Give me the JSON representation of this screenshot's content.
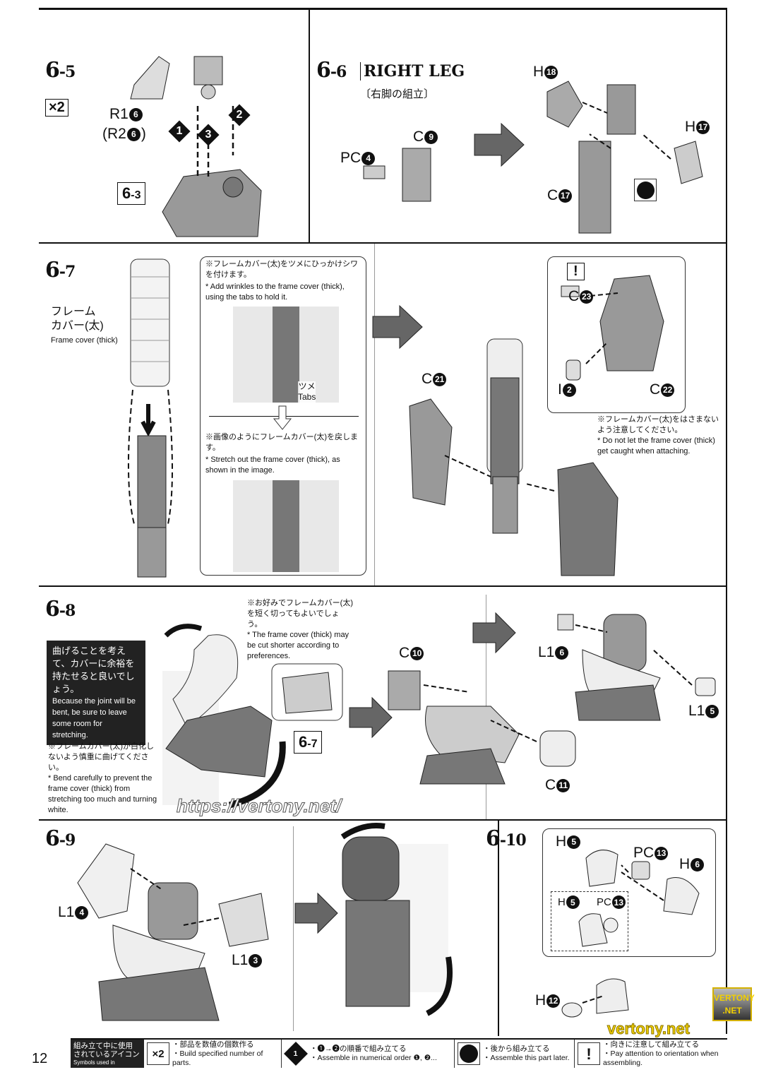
{
  "page_number": "12",
  "steps": {
    "s65": {
      "num": "6",
      "sub": "-5",
      "count_icon": "×2",
      "ref": {
        "num": "6",
        "sub": "-3"
      }
    },
    "s66": {
      "num": "6",
      "sub": "-6",
      "title": "RIGHT LEG",
      "subtitle": "〔右脚の組立〕"
    },
    "s67": {
      "num": "6",
      "sub": "-7",
      "frame_cover_jp": "フレーム\nカバー(太)",
      "frame_cover_jp1": "フレーム",
      "frame_cover_jp2": "カバー(太)",
      "frame_cover_en": "Frame cover (thick)",
      "tip1_jp": "※フレームカバー(太)をツメにひっかけシワを付けます。",
      "tip1_en": "* Add wrinkles to the frame cover (thick), using the tabs to hold it.",
      "tabs_jp": "ツメ",
      "tabs_en": "Tabs",
      "tip2_jp": "※画像のようにフレームカバー(太)を戻します。",
      "tip2_en": "* Stretch out the frame cover (thick), as shown in the image.",
      "caution_jp": "※フレームカバー(太)をはさまないよう注意してください。",
      "caution_en": "* Do not let the frame cover (thick) get caught when attaching."
    },
    "s68": {
      "num": "6",
      "sub": "-8",
      "cut_jp": "※お好みでフレームカバー(太)を短く切ってもよいでしょう。",
      "cut_en": "* The frame cover (thick) may be cut shorter according to preferences.",
      "box_jp": "曲げることを考えて、カバーに余裕を持たせると良いでしょう。",
      "box_en": "Because the joint will be bent, be sure to leave some room for stretching.",
      "bend_jp": "※フレームカバー(太)が白化しないよう慎重に曲げてください。",
      "bend_en": "* Bend carefully to prevent the frame cover (thick) from stretching too much and turning white.",
      "ref": {
        "num": "6",
        "sub": "-7"
      }
    },
    "s69": {
      "num": "6",
      "sub": "-9"
    },
    "s610": {
      "num": "6",
      "sub": "-10"
    }
  },
  "parts": {
    "r1_6": {
      "l": "R1",
      "n": "6"
    },
    "r2_6": {
      "l": "(R2",
      "n": "6",
      "s": ")"
    },
    "pc4": {
      "l": "PC",
      "n": "4"
    },
    "c9": {
      "l": "C",
      "n": "9"
    },
    "h18": {
      "l": "H",
      "n": "18"
    },
    "h17": {
      "l": "H",
      "n": "17"
    },
    "c17": {
      "l": "C",
      "n": "17"
    },
    "c23": {
      "l": "C",
      "n": "23"
    },
    "i2": {
      "l": "I",
      "n": "2"
    },
    "c22": {
      "l": "C",
      "n": "22"
    },
    "c21": {
      "l": "C",
      "n": "21"
    },
    "c10": {
      "l": "C",
      "n": "10"
    },
    "c11": {
      "l": "C",
      "n": "11"
    },
    "l16": {
      "l": "L1",
      "n": "6"
    },
    "l15": {
      "l": "L1",
      "n": "5"
    },
    "l14": {
      "l": "L1",
      "n": "4"
    },
    "l13": {
      "l": "L1",
      "n": "3"
    },
    "h5": {
      "l": "H",
      "n": "5"
    },
    "pc13": {
      "l": "PC",
      "n": "13"
    },
    "h6": {
      "l": "H",
      "n": "6"
    },
    "h5b": {
      "l": "H",
      "n": "5"
    },
    "pc13b": {
      "l": "PC",
      "n": "13"
    },
    "h12": {
      "l": "H",
      "n": "12"
    }
  },
  "order_markers": [
    "1",
    "2",
    "3"
  ],
  "legend": {
    "header_jp1": "組み立て中に使用",
    "header_jp2": "されているアイコン",
    "header_en": "Symbols used in instructions",
    "items": [
      {
        "icon": "×2",
        "jp": "・部品を数値の個数作る",
        "en": "・Build specified number of parts."
      },
      {
        "icon": "1",
        "jp": "・❶→❷の順番で組み立てる",
        "en": "・Assemble in numerical order ❶, ❷..."
      },
      {
        "icon": "later",
        "jp": "・後から組み立てる",
        "en": "・Assemble this part later."
      },
      {
        "icon": "!",
        "jp": "・向きに注意して組み立てる",
        "en": "・Pay attention to orientation when assembling."
      }
    ]
  },
  "watermark": {
    "url": "https://vertony.net/",
    "badge1": "VERTONY",
    "badge2": ".NET",
    "footer": "vertony.net"
  }
}
